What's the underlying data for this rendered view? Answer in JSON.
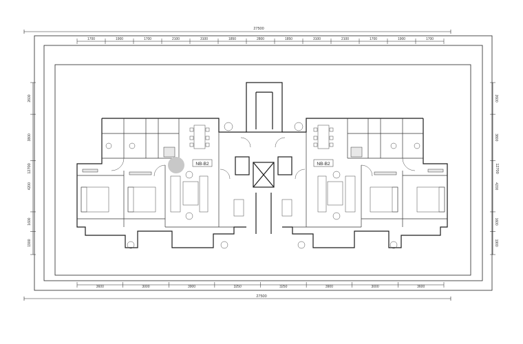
{
  "drawing": {
    "overall_width": "27500",
    "overall_height": "12700"
  },
  "top_dims": [
    "1700",
    "1900",
    "1700",
    "2100",
    "3100",
    "1850",
    "2800",
    "1850",
    "3100",
    "2100",
    "1700",
    "1900",
    "1700"
  ],
  "bottom_dims": [
    "3600",
    "3000",
    "3900",
    "3250",
    "3250",
    "3900",
    "3000",
    "3600"
  ],
  "left_dims": [
    "2600",
    "3800",
    "4200",
    "1600",
    "1900"
  ],
  "right_dims": [
    "2600",
    "3800",
    "4200",
    "1600",
    "1900"
  ],
  "units": {
    "left_label": "NB-B2",
    "right_label": "NB-B2"
  },
  "colors": {
    "line": "#1a1a1a",
    "frame": "#222222",
    "fill_hatch": "#e8e8e8",
    "marker": "#c8c8c8"
  }
}
